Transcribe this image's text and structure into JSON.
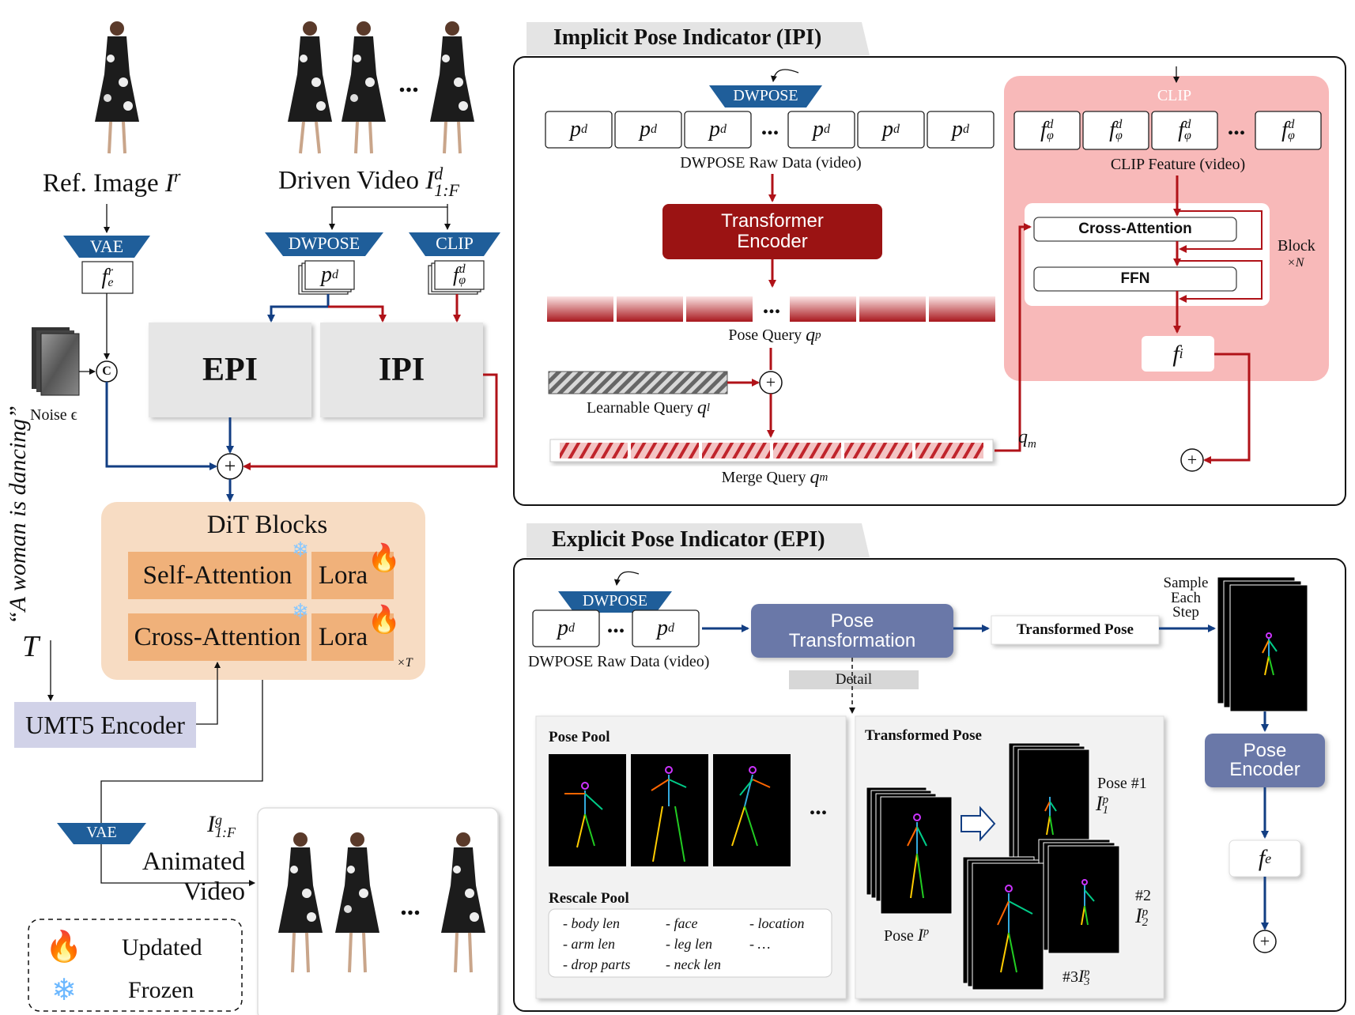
{
  "left": {
    "ref_image_label": "Ref. Image",
    "ref_image_symbol": "I",
    "ref_image_sup": "r",
    "driven_video_label": "Driven Video",
    "driven_video_symbol": "I",
    "driven_video_sup": "d",
    "driven_video_sub": "1:F",
    "ellipsis": "...",
    "vae_label": "VAE",
    "dwpose_label": "DWPOSE",
    "clip_label": "CLIP",
    "fe_symbol": "f",
    "fe_sup": "r",
    "fe_sub": "e",
    "pd_symbol": "p",
    "pd_sup": "d",
    "fphi_symbol": "f",
    "fphi_sup": "d",
    "fphi_sub": "φ",
    "noise_label": "Noise ϵ",
    "concat_symbol": "C",
    "epi_label": "EPI",
    "ipi_label": "IPI",
    "plus_symbol": "+",
    "dit_title": "DiT Blocks",
    "self_attention_label": "Self-Attention",
    "cross_attention_label": "Cross-Attention",
    "lora_label": "Lora",
    "times_t": "×T",
    "prompt_text": "“A woman is dancing”",
    "text_symbol": "T",
    "umt5_label": "UMT5 Encoder",
    "vae2_label": "VAE",
    "animated_symbol": "I",
    "animated_sup": "g",
    "animated_sub": "1:F",
    "animated_line1": "Animated",
    "animated_line2": "Video",
    "legend_updated": "Updated",
    "legend_frozen": "Frozen",
    "fire_icon": "fire-icon",
    "snow_icon": "snowflake-icon"
  },
  "ipi": {
    "title": "Implicit Pose Indicator (IPI)",
    "dwpose_label": "DWPOSE",
    "raw_data_label": "DWPOSE Raw Data (video)",
    "pd_symbol": "p",
    "pd_sup": "d",
    "transformer_line1": "Transformer",
    "transformer_line2": "Encoder",
    "pose_query_label": "Pose Query",
    "pose_query_symbol": "q",
    "pose_query_sub": "p",
    "learnable_query_label": "Learnable Query",
    "learnable_query_symbol": "q",
    "learnable_query_sub": "l",
    "merge_query_label": "Merge Query",
    "merge_query_symbol": "q",
    "merge_query_sub": "m",
    "qm_symbol": "q",
    "qm_sub": "m",
    "clip_label": "CLIP",
    "clip_feature_label": "CLIP Feature (video)",
    "f_symbol": "f",
    "f_sup": "d",
    "f_sub": "φ",
    "cross_attention_label": "Cross-Attention",
    "ffn_label": "FFN",
    "block_label": "Block",
    "block_times": "×N",
    "fi_symbol": "f",
    "fi_sub": "i",
    "ellipsis": "...",
    "plus_symbol": "+",
    "colors": {
      "red_panel": "#f8b9b9",
      "dark_red": "#9b1313",
      "arrow_red": "#b01218"
    }
  },
  "epi": {
    "title": "Explicit Pose Indicator (EPI)",
    "dwpose_label": "DWPOSE",
    "raw_data_label": "DWPOSE Raw Data (video)",
    "pd_symbol": "p",
    "pd_sup": "d",
    "ellipsis": "...",
    "pose_transformation_line1": "Pose",
    "pose_transformation_line2": "Transformation",
    "transformed_pose_label": "Transformed Pose",
    "sample_line1": "Sample",
    "sample_line2": "Each",
    "sample_line3": "Step",
    "detail_label": "Detail",
    "pose_pool_label": "Pose Pool",
    "rescale_pool_label": "Rescale Pool",
    "rescale_items": [
      "- body len",
      "- face",
      "- location",
      "- arm len",
      "- leg len",
      "- …",
      "- drop parts",
      "- neck len"
    ],
    "transformed_pose_panel_label": "Transformed Pose",
    "pose_ip_label": "Pose",
    "pose_ip_symbol": "I",
    "pose_ip_sup": "p",
    "pose1_label": "Pose #1",
    "pose1_symbol": "I",
    "pose1_sup": "p",
    "pose1_sub": "1",
    "pose2_label": "#2",
    "pose2_symbol": "I",
    "pose2_sup": "p",
    "pose2_sub": "2",
    "pose3_label": "#3",
    "pose3_symbol": "I",
    "pose3_sup": "p",
    "pose3_sub": "3",
    "pose_encoder_line1": "Pose",
    "pose_encoder_line2": "Encoder",
    "fe_symbol": "f",
    "fe_sub": "e",
    "plus_symbol": "+",
    "colors": {
      "blue_box": "#6a78a8",
      "arrow_blue": "#123e83"
    }
  }
}
